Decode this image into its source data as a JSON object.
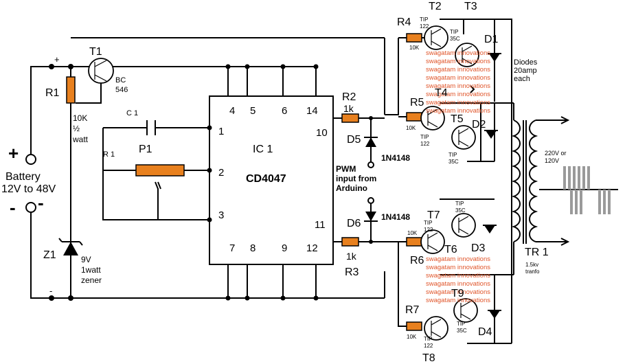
{
  "labels": {
    "t1": "T1",
    "t1_type": "BC",
    "t1_num": "546",
    "r1": "R1",
    "r1_val": "10K",
    "r1_half": "½",
    "r1_watt": "watt",
    "plus": "+",
    "minus": "-",
    "batt_plus": "+",
    "batt_minus": "-",
    "battery": "Battery",
    "battery_range": "12V to 48V",
    "z1": "Z1",
    "z1_v": "9V",
    "z1_w": "1watt",
    "z1_t": "zener",
    "c1": "C1",
    "p1": "P1",
    "r1_pot": "R1",
    "ic": "IC 1",
    "ic_chip": "CD4047",
    "p_1": "1",
    "p_2": "2",
    "p_3": "3",
    "p_4": "4",
    "p_5": "5",
    "p_6": "6",
    "p_7": "7",
    "p_8": "8",
    "p_9": "9",
    "p_10": "10",
    "p_11": "11",
    "p_12": "12",
    "p_14": "14",
    "r2": "R2",
    "r2_val": "1k",
    "r3": "R3",
    "r3_val": "1k",
    "d5": "D5",
    "d6": "D6",
    "d5_type": "1N4148",
    "d6_type": "1N4148",
    "pwm1": "PWM",
    "pwm2": "input from",
    "pwm3": "Arduino",
    "r4": "R4",
    "r5": "R5",
    "r6": "R6",
    "r7": "R7",
    "r4_val": "10K",
    "r5_val": "10K",
    "r6_val": "10K",
    "r7_val": "10K",
    "t2": "T2",
    "t3": "T3",
    "t4": "T4",
    "t5": "T5",
    "t6": "T6",
    "t7": "T7",
    "t8": "T8",
    "t9": "T9",
    "tip": "TIP",
    "tip122": "122",
    "tip35c": "35C",
    "d1": "D1",
    "d2": "D2",
    "d3": "D3",
    "d4": "D4",
    "diodes1": "Diodes",
    "diodes2": "20amp",
    "diodes3": "each",
    "out1": "220V or",
    "out2": "120V",
    "tr": "TR 1",
    "tr_kv": "1.5kv",
    "tr_type": "tranfo",
    "watermark": "swagatam innovations"
  },
  "colors": {
    "resistor": "#e8801e",
    "watermark": "#e0552a",
    "wave": "#9a9a9a"
  }
}
